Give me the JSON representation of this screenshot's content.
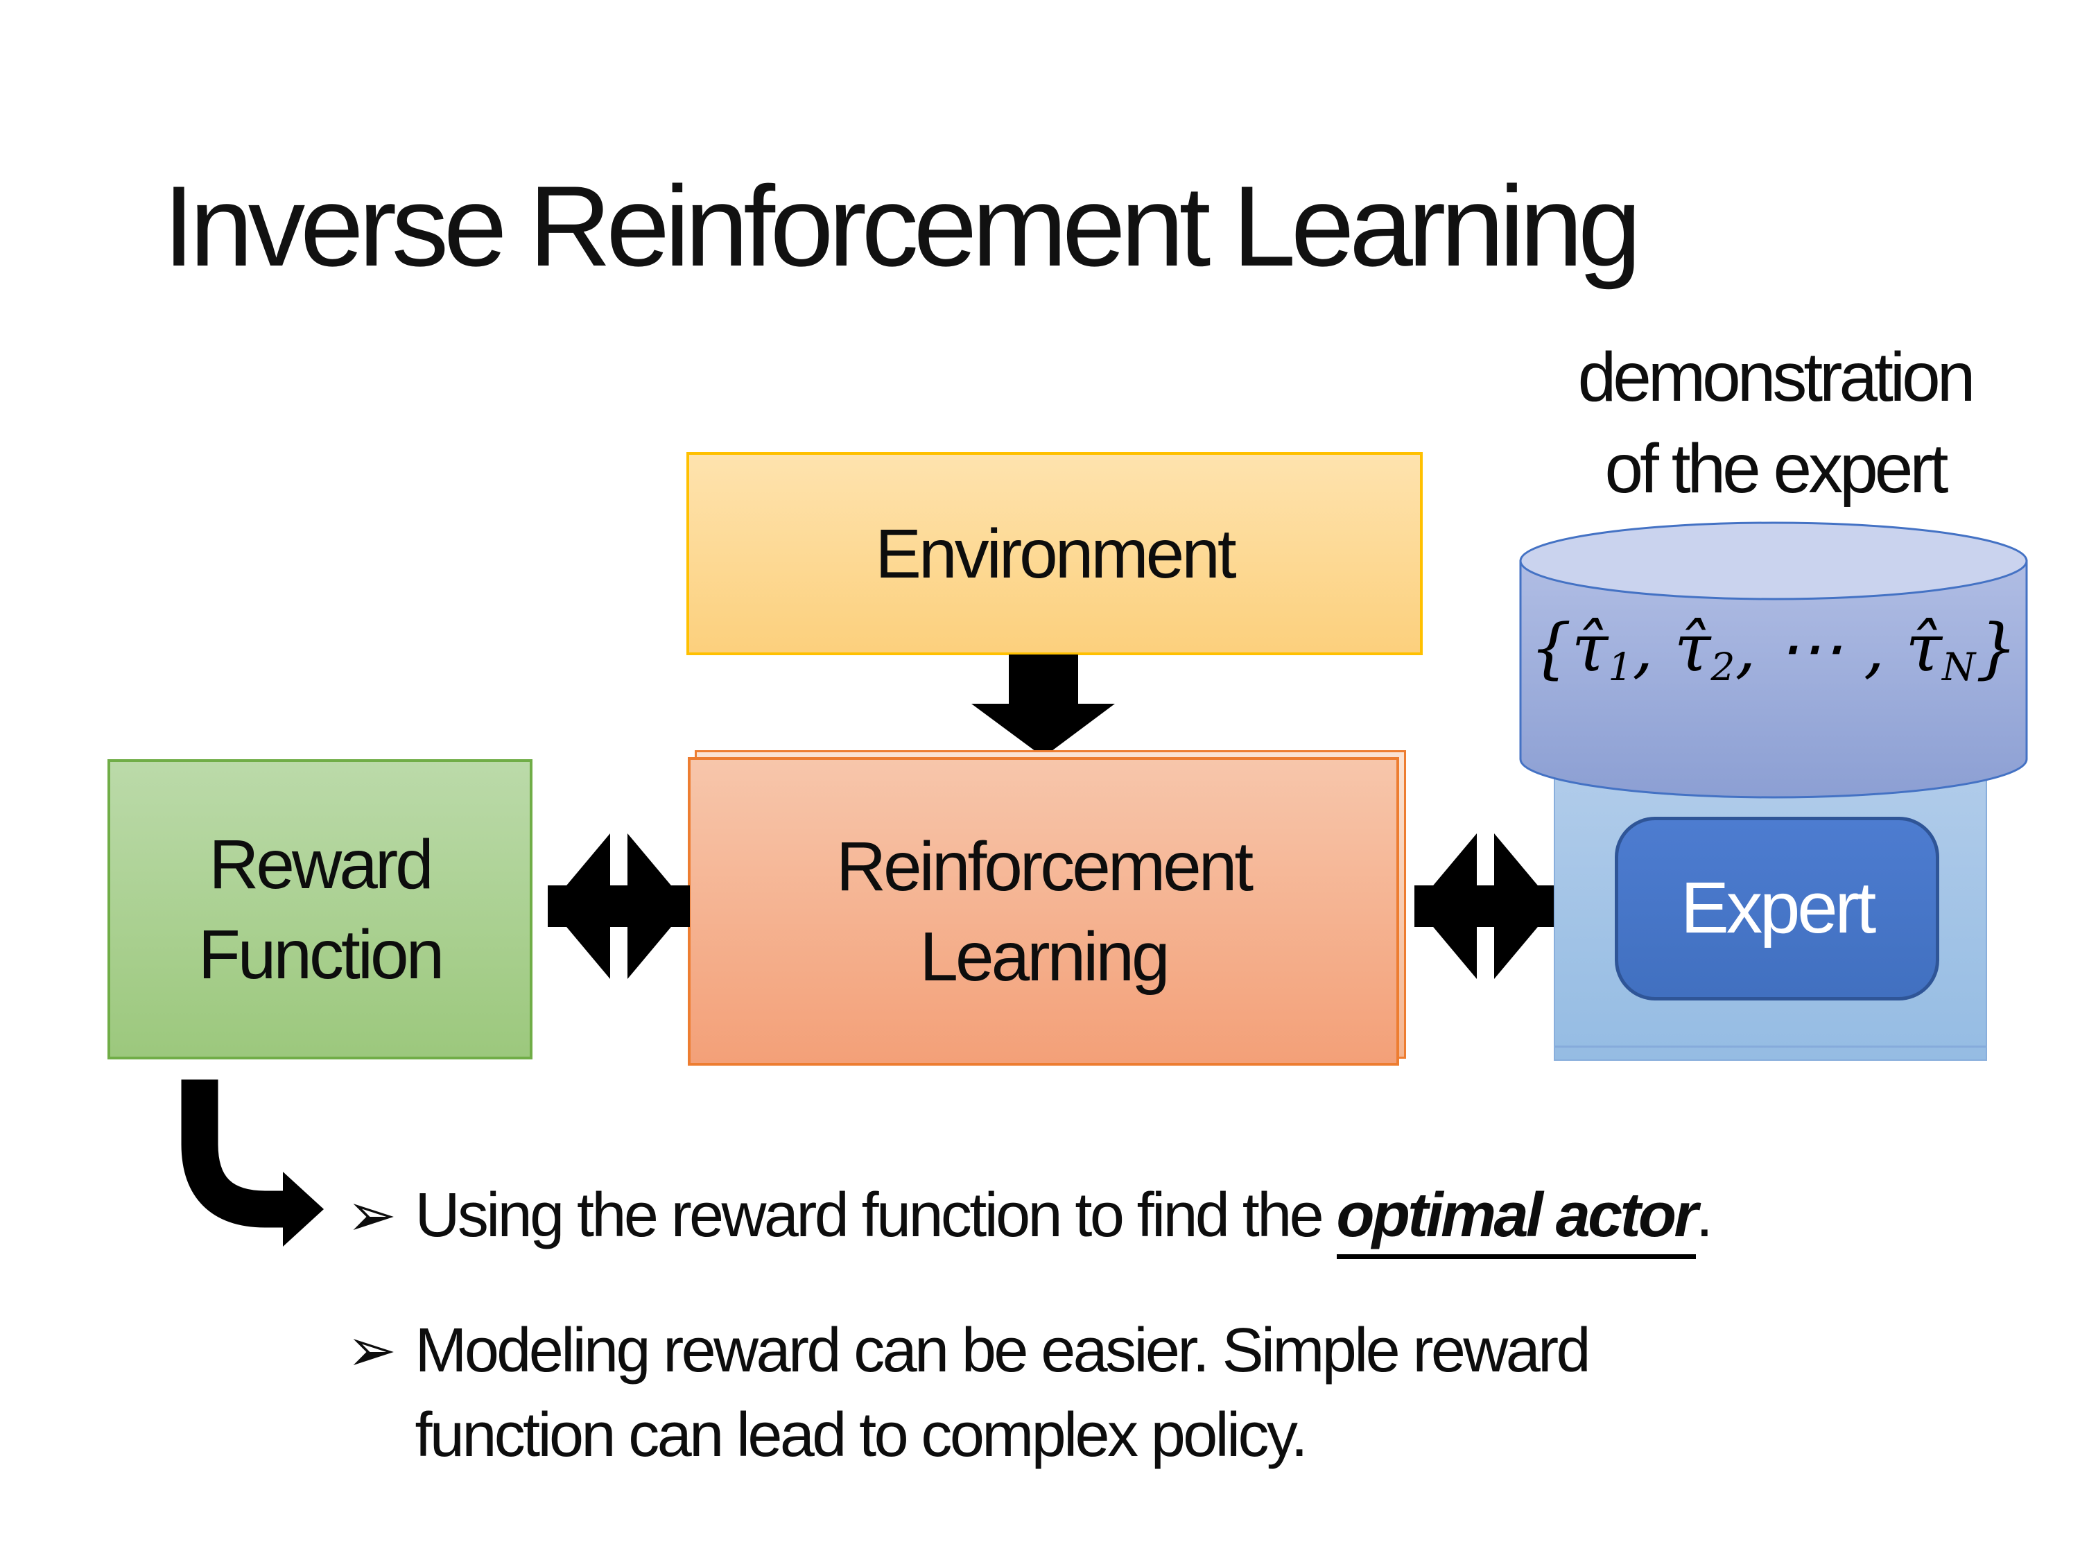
{
  "slide": {
    "title": "Inverse Reinforcement Learning",
    "demo_label": {
      "line1": "demonstration",
      "line2": "of the expert"
    },
    "boxes": {
      "environment": "Environment",
      "reward_line1": "Reward",
      "reward_line2": "Function",
      "rl_line1": "Reinforcement",
      "rl_line2": "Learning",
      "expert": "Expert"
    },
    "cylinder_label": {
      "open": "{",
      "tau": "τ̂",
      "sub1": "1",
      "sep": ", ",
      "sub2": "2",
      "dots": ", ⋯ , ",
      "subN": "N",
      "close": "}"
    },
    "bullets": {
      "marker": "➢",
      "item1_pre": "Using the reward function to find the ",
      "item1_em": "optimal actor",
      "item1_post": ".",
      "item2": "Modeling reward can be easier. Simple reward function can lead to complex policy."
    },
    "colors": {
      "environment_border": "#FFC000",
      "environment_fill": "#FCD97F",
      "reward_border": "#70AD47",
      "reward_fill": "#A9D18E",
      "rl_border": "#ED7D31",
      "rl_fill": "#F4AC84",
      "expert_panel_fill": "#9DC3E6",
      "expert_fill": "#4472C4",
      "expert_border": "#2F5597",
      "cylinder_fill": "#9DACDA",
      "arrow_fill": "#000000"
    }
  }
}
